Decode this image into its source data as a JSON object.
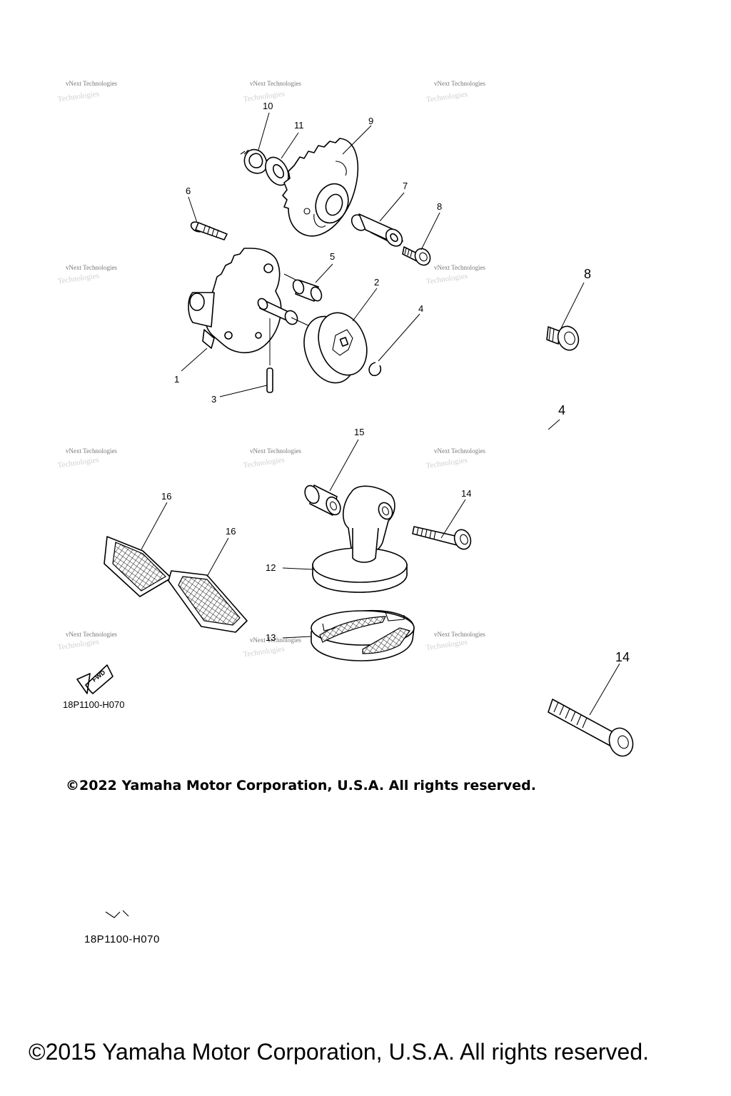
{
  "diagram": {
    "callouts": [
      "1",
      "2",
      "3",
      "4",
      "5",
      "6",
      "7",
      "8",
      "9",
      "10",
      "11",
      "12",
      "13",
      "14",
      "15",
      "16",
      "16",
      "8",
      "4",
      "14"
    ],
    "watermark": "vNext Technologies",
    "fwd_label": "FWD",
    "diagram_code": "18P1100-H070",
    "diagram_code_2": "18P1100-H070"
  },
  "footer": {
    "copyright_2022": "©2022 Yamaha Motor Corporation, U.S.A. All rights reserved.",
    "copyright_2015": "©2015 Yamaha Motor Corporation, U.S.A. All rights reserved."
  }
}
